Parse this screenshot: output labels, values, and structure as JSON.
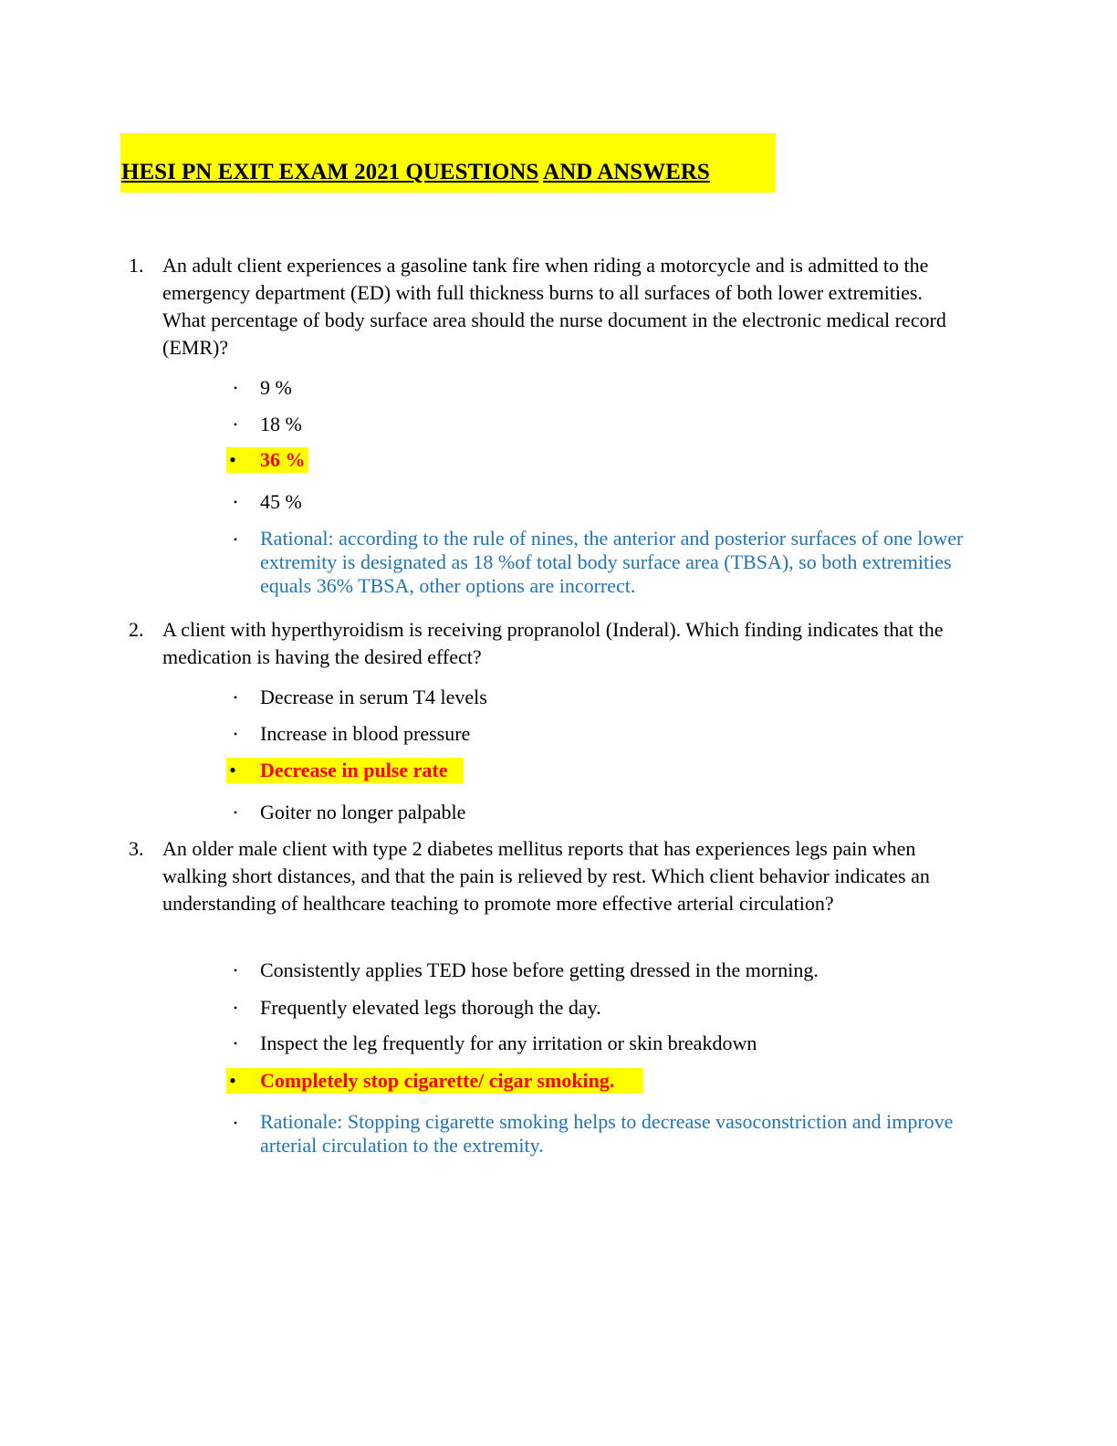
{
  "title": {
    "part1": "HESI PN EXIT EXAM 2021 QUESTIONS",
    "part2": "AND ANSWERS"
  },
  "questions": [
    {
      "number": "1.",
      "text": "An adult client experiences a gasoline tank fire when riding a motorcycle and is admitted to the emergency department (ED) with full thickness burns to all surfaces of both lower extremities. What percentage of body surface area should the nurse document in the electronic medical record (EMR)?",
      "options": [
        "9 %",
        "18 %",
        "36 %",
        "45 %"
      ],
      "correct": "36 %",
      "rationale": "Rational: according to the rule of nines, the anterior and posterior surfaces of one lower extremity is designated as 18 %of total body surface area (TBSA), so both extremities equals 36% TBSA, other options are incorrect."
    },
    {
      "number": "2.",
      "text": "A client with hyperthyroidism is receiving propranolol (Inderal). Which finding indicates that the medication is having the desired effect?",
      "options": [
        "Decrease in serum T4 levels",
        "Increase in blood pressure",
        "Decrease in pulse rate",
        "Goiter no longer palpable"
      ],
      "correct": "Decrease in pulse rate"
    },
    {
      "number": "3.",
      "text": "An older male client with type 2 diabetes mellitus reports that has experiences legs pain when walking short distances, and that the pain is relieved by rest. Which client behavior indicates an understanding of healthcare teaching to promote more effective arterial circulation?",
      "options": [
        "Consistently applies TED hose before getting dressed in the morning.",
        "Frequently elevated legs thorough the day.",
        "Inspect the leg frequently for any irritation or skin breakdown",
        "Completely stop cigarette/ cigar smoking."
      ],
      "correct": "Completely stop cigarette/ cigar smoking.",
      "rationale": "Rationale: Stopping cigarette smoking helps to decrease vasoconstriction and improve arterial circulation to the extremity."
    }
  ],
  "bullet_glyphs": {
    "small": "•",
    "large": "•"
  },
  "colors": {
    "highlight": "#ffff00",
    "correct_answer": "#ff0000",
    "rationale": "#1f73b7"
  }
}
